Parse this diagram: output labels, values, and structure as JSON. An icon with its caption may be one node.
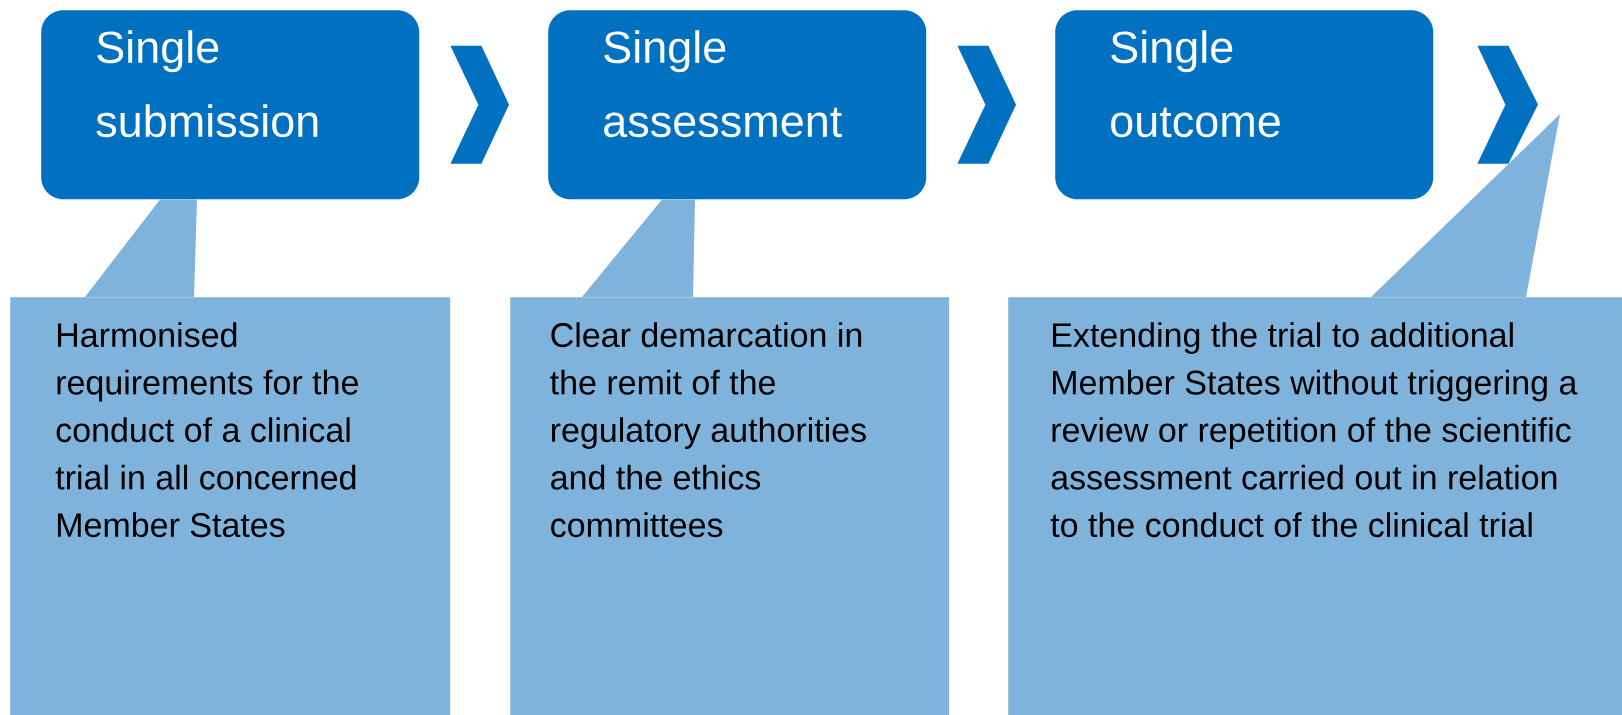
{
  "diagram": {
    "nodes": [
      {
        "text": [
          "Single submission"
        ]
      },
      {
        "text": [
          "Single assessment"
        ]
      },
      {
        "text": [
          "Single outcome"
        ]
      },
      {
        "text": [
          "Harmonised requirements for the conduct of a clinical trial in all concerned Member States"
        ]
      },
      {
        "text": [
          "Clear demarcation in the remit of the regulatory authorities and the ethics committees"
        ]
      },
      {
        "text": [
          "Extending the trial to additional Member States without triggering a review or repetition of the scientific assessment carried out in relation to the conduct of the clinical trial"
        ]
      }
    ],
    "edges": [
      {
        "from": 0,
        "to": 1,
        "arrow": "to"
      },
      {
        "from": 1,
        "to": 2,
        "arrow": "to"
      },
      {
        "from": 2,
        "to": null,
        "arrow": "to"
      },
      {
        "from": 3,
        "to": 0,
        "arrow": "none"
      },
      {
        "from": 4,
        "to": 1,
        "arrow": "none"
      },
      {
        "from": 5,
        "to": null,
        "arrow": "to"
      }
    ]
  }
}
